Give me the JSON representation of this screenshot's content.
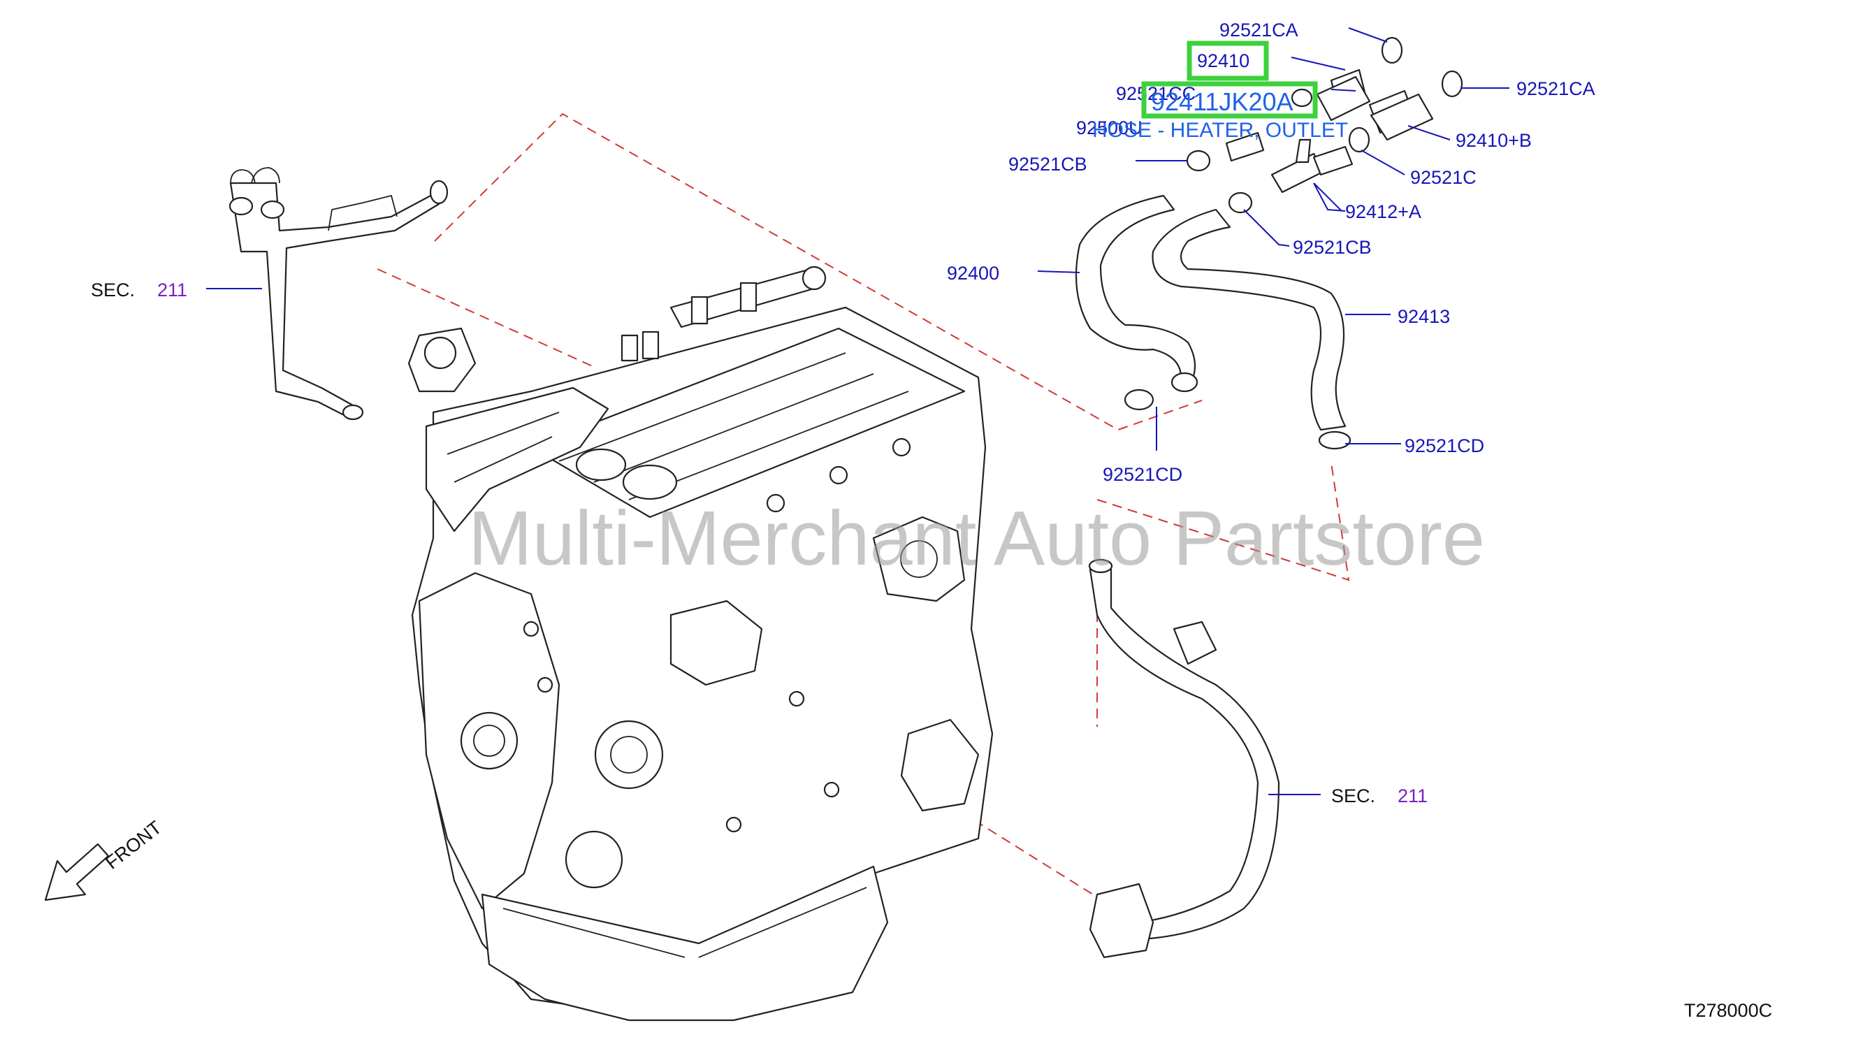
{
  "diagram_code": "T278000C",
  "watermark": "Multi-Merchant Auto Partstore",
  "front_label": "FRONT",
  "section_refs": [
    {
      "prefix": "SEC.",
      "number": "211"
    },
    {
      "prefix": "SEC.",
      "number": "211"
    }
  ],
  "callouts": {
    "c_92521CA_top": "92521CA",
    "c_92410": "92410",
    "c_92521CC": "92521CC",
    "c_92521CA_right": "92521CA",
    "c_92500U": "92500U",
    "c_92410B": "92410+B",
    "c_92521CB_left": "92521CB",
    "c_92521C": "92521C",
    "c_92412A": "92412+A",
    "c_92521CB_mid": "92521CB",
    "c_92400": "92400",
    "c_92413": "92413",
    "c_92521CD_right": "92521CD",
    "c_92521CD_bottom": "92521CD"
  },
  "highlight": {
    "part_number": "92411JK20A",
    "description": "HOSE - HEATER, OUTLET"
  },
  "colors": {
    "callout_text": "#1616b8",
    "section_number": "#7a1fc4",
    "dashed_lines": "#d23a3a",
    "highlight_box": "#3ed13e",
    "highlight_text": "#1e63e6"
  }
}
